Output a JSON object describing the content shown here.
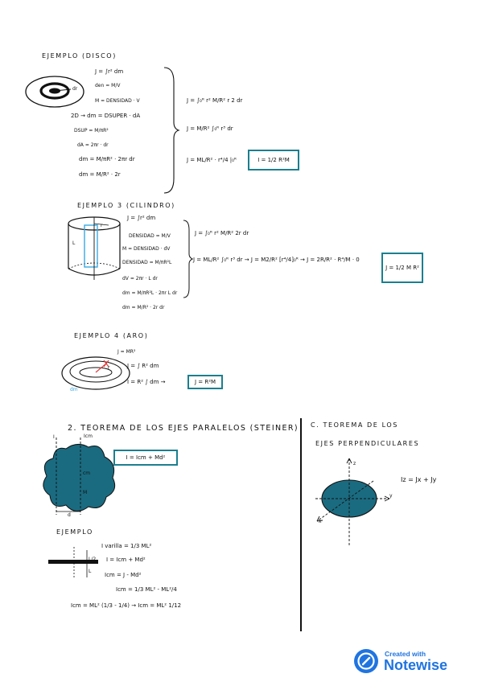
{
  "section_disco": {
    "heading": "EJEMPLO (DISCO)",
    "labels": {
      "r": "r",
      "dr": "dr"
    },
    "left_lines": [
      "J = ∫r² dm",
      "den = M/V",
      "M = DENSIDAD · V",
      "2D → dm = DSUPER · dA",
      "DSUP = M/πR²",
      "dA = 2πr · dr",
      "dm = M/πR² · 2πr dr",
      "dm = M/R² · 2r"
    ],
    "right_lines": [
      "J = ∫₀ᴿ r² M/R² r 2 dr",
      "J = M/R² ∫₀ᴿ r³ dr",
      "J = ML/R² · r⁴/4 |₀ᴿ"
    ],
    "result": "I = 1/2 R²M"
  },
  "section_cilindro": {
    "heading": "EJEMPLO 3 (CILINDRO)",
    "labels": {
      "r": "r",
      "L": "L"
    },
    "left_lines": [
      "J = ∫r² dm",
      "DENSIDAD = M/V",
      "M = DENSIDAD · dV",
      "DENSIDAD = M/πR²L",
      "dV = 2πr · L dr",
      "dm = M/πR²L · 2πr L dr",
      "dm = M/R² · 2r dr"
    ],
    "right_line1": "J = ∫₀ᴿ r² M/R² 2r dr",
    "right_line2": "J = ML/R² ∫₀ᴿ r³ dr → J = M2/R² [r⁴/4]₀ᴿ → J = 2R/R² · R⁴/M · 0",
    "result": "J = 1/2 M R²"
  },
  "section_aro": {
    "heading": "EJEMPLO 4 (ARO)",
    "labels": {
      "dm": "dm",
      "r": "r"
    },
    "lines": [
      "J = MR²",
      "J = ∫ R² dm",
      "I = R² ∫ dm →"
    ],
    "result": "J = R²M"
  },
  "section_steiner": {
    "heading": "2. TEOREMA DE LOS EJES PARALELOS (STEINER)",
    "axis_labels": {
      "i": "I",
      "icm": "Icm",
      "d": "d",
      "cm": "cm",
      "m": "M"
    },
    "formula": "I = Icm + Md²"
  },
  "section_ejemplo": {
    "heading": "EJEMPLO",
    "labels": {
      "l": "L",
      "half": "L/2"
    },
    "lines": [
      "I varilla = 1/3 ML²",
      "I = Icm + Md²",
      "Icm = J - Md²",
      "Icm = 1/3 ML² - ML²/4",
      "Icm = ML² (1/3 - 1/4) → Icm = ML² 1/12"
    ]
  },
  "section_perpendiculares": {
    "heading_line1": "C. TEOREMA DE LOS",
    "heading_line2": "EJES PERPENDICULARES",
    "axis_labels": {
      "z": "z",
      "y": "y",
      "x": "x"
    },
    "formula": "Iz = Jx + Jy"
  },
  "badge": {
    "line1": "Created with",
    "line2": "Notewise"
  },
  "colors": {
    "teal": "#1b7f8f",
    "ink": "#111111",
    "blue": "#1f74e0",
    "light_blue": "#3aa9e0"
  }
}
